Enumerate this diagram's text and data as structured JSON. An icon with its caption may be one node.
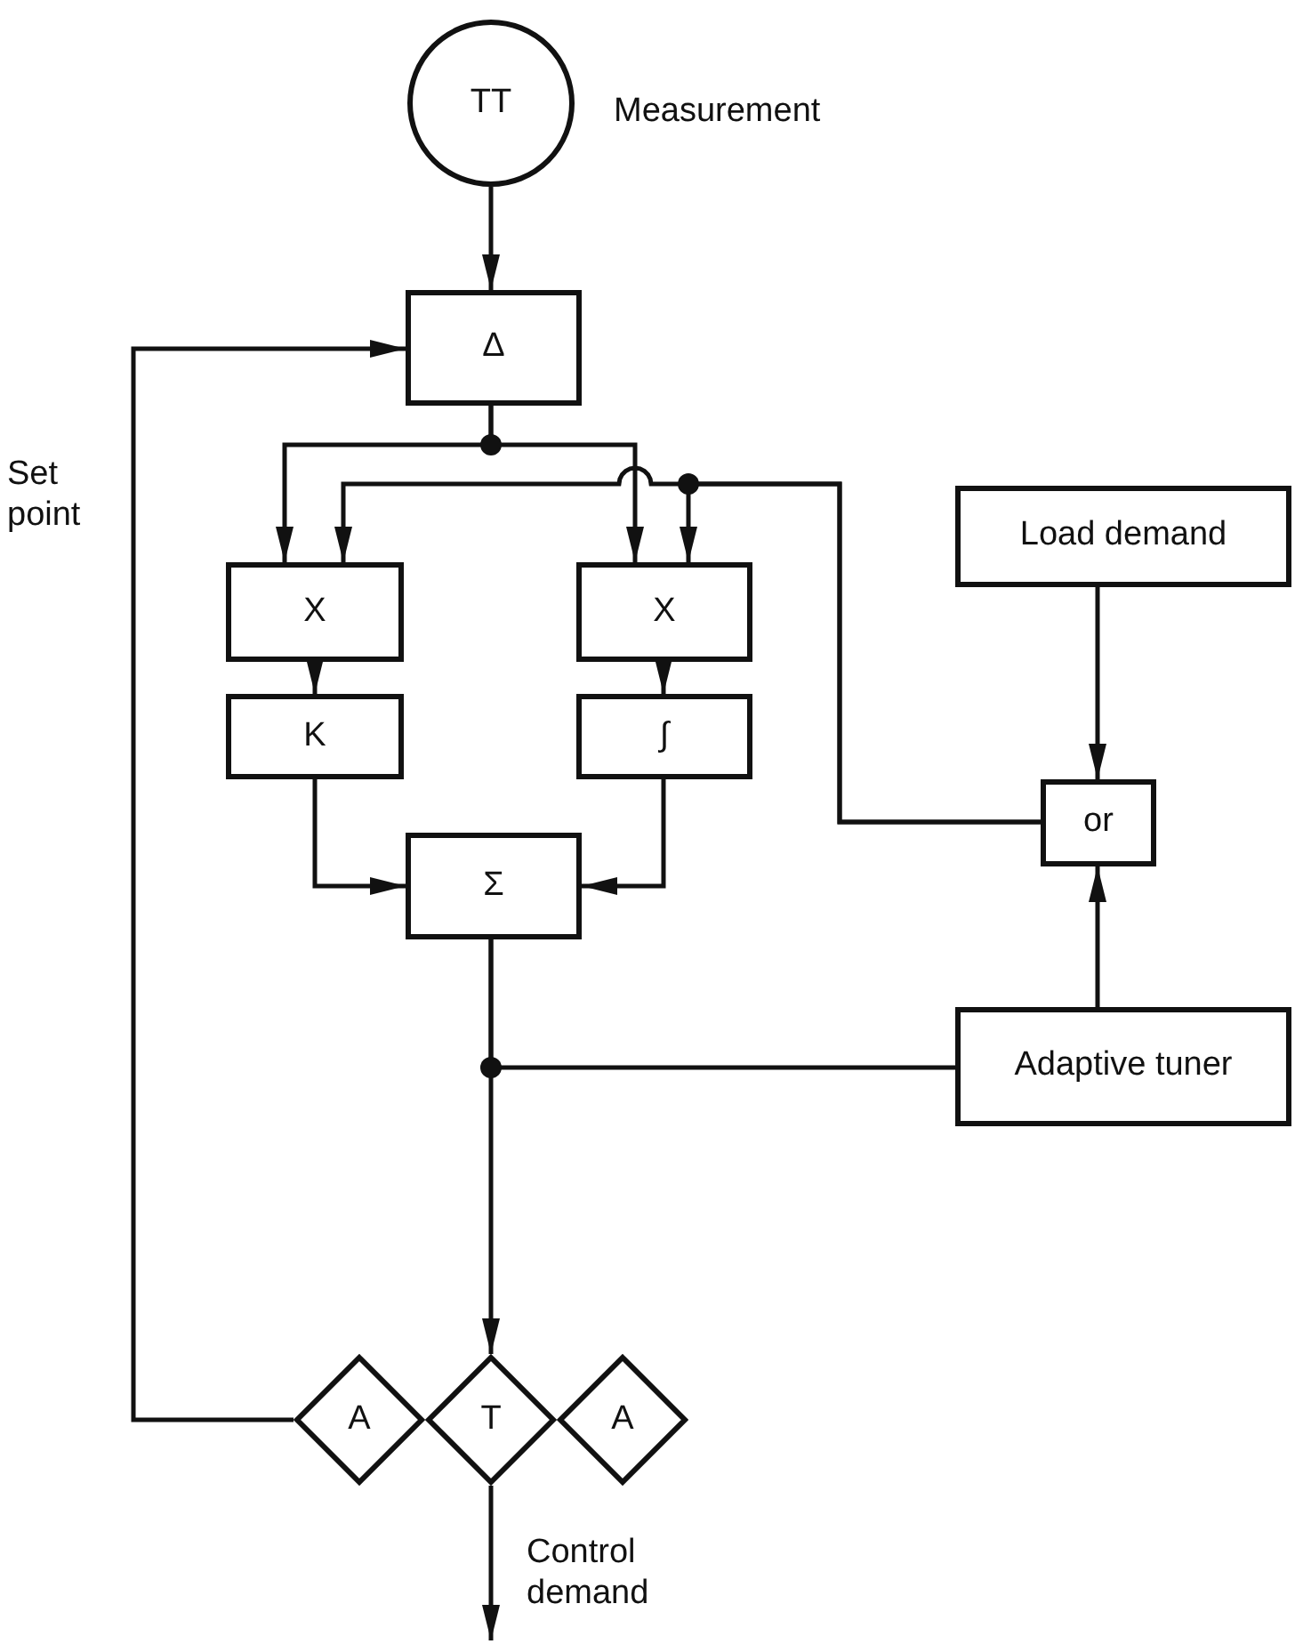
{
  "diagram": {
    "nodes": [
      {
        "text": [
          "TT"
        ],
        "beside": [
          "Measurement"
        ]
      },
      {
        "text": [
          "Δ"
        ]
      },
      {
        "text": [
          "X"
        ]
      },
      {
        "text": [
          "X"
        ]
      },
      {
        "text": [
          "Load demand"
        ]
      },
      {
        "text": [
          "K"
        ]
      },
      {
        "text": [
          "∫"
        ]
      },
      {
        "text": [
          "or"
        ]
      },
      {
        "text": [
          "Σ"
        ]
      },
      {
        "text": [
          "Adaptive tuner"
        ]
      },
      {
        "text": [
          "A"
        ]
      },
      {
        "text": [
          "T"
        ]
      },
      {
        "text": [
          "A"
        ]
      }
    ],
    "edges": [
      {
        "from": 0,
        "to": 1,
        "arrow": "to"
      },
      {
        "from": 1,
        "to": 2,
        "arrow": "to"
      },
      {
        "from": 1,
        "to": 3,
        "arrow": "to"
      },
      {
        "from": 7,
        "to": 2,
        "arrow": "to"
      },
      {
        "from": 7,
        "to": 3,
        "arrow": "to"
      },
      {
        "from": 4,
        "to": 7,
        "arrow": "to"
      },
      {
        "from": 9,
        "to": 7,
        "arrow": "to"
      },
      {
        "from": 2,
        "to": 5,
        "arrow": "to"
      },
      {
        "from": 3,
        "to": 6,
        "arrow": "to"
      },
      {
        "from": 5,
        "to": 8,
        "arrow": "to"
      },
      {
        "from": 6,
        "to": 8,
        "arrow": "to"
      },
      {
        "from": 8,
        "to": 11,
        "arrow": "to"
      },
      {
        "from": 8,
        "to": 9,
        "arrow": "to"
      },
      {
        "from": 10,
        "to": 1,
        "arrow": "to",
        "label": "Set point"
      },
      {
        "from": 11,
        "to": null,
        "arrow": "to",
        "label": "Control demand"
      }
    ]
  }
}
